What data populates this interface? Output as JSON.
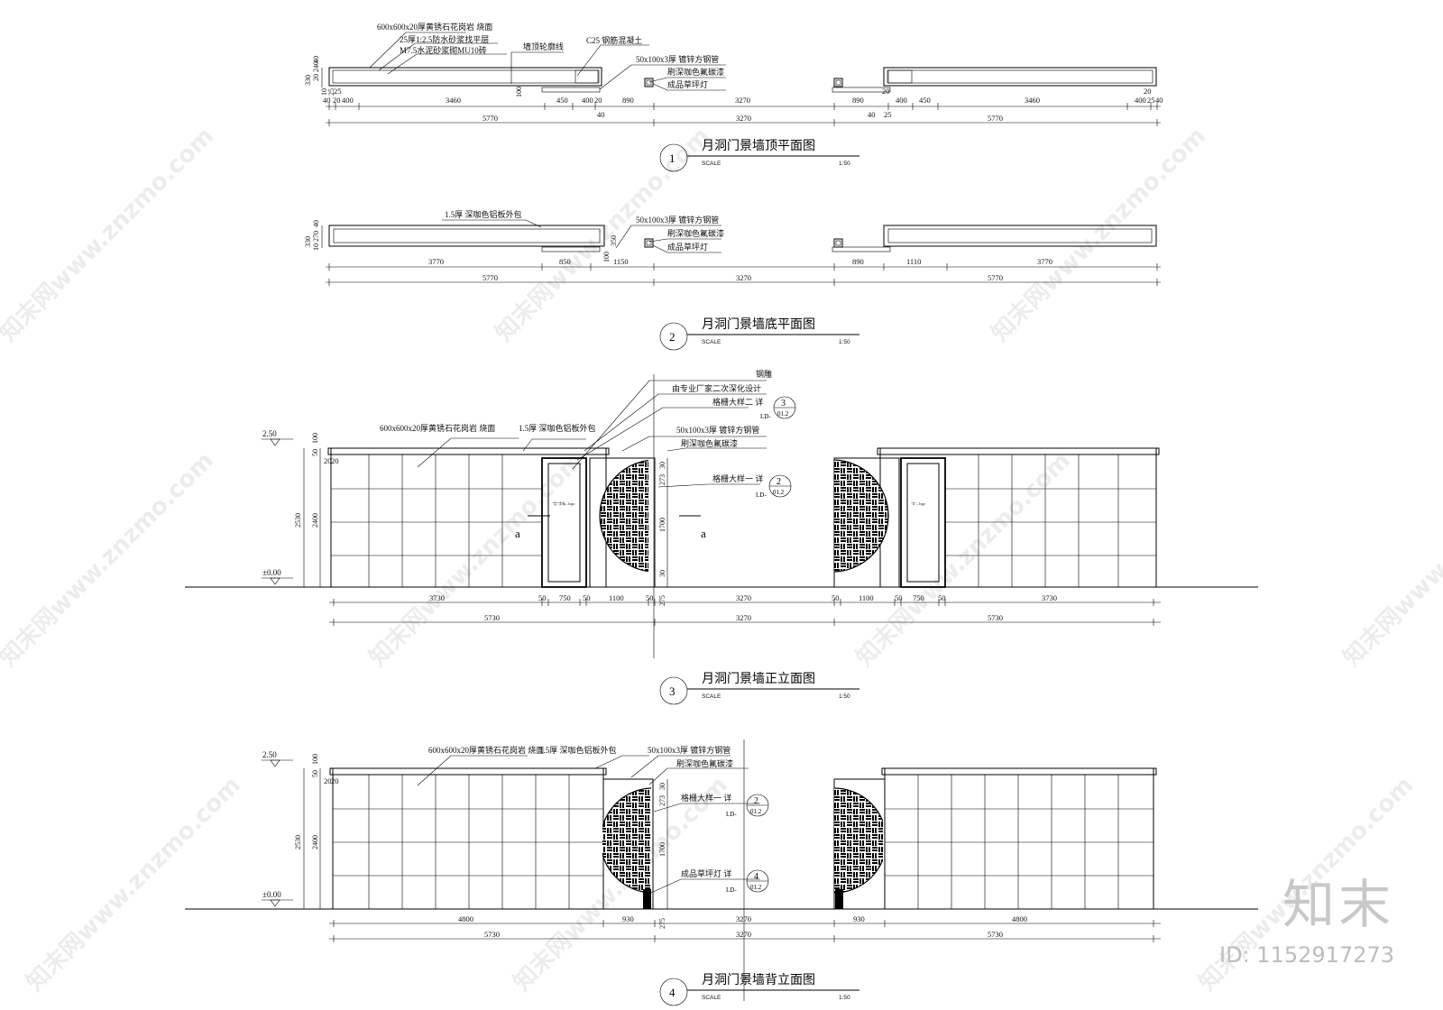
{
  "views": [
    {
      "number": "1",
      "title": "月洞门景墙顶平面图",
      "scale_label": "SCALE",
      "scale": "1:50"
    },
    {
      "number": "2",
      "title": "月洞门景墙底平面图",
      "scale_label": "SCALE",
      "scale": "1:50"
    },
    {
      "number": "3",
      "title": "月洞门景墙正立面图",
      "scale_label": "SCALE",
      "scale": "1:50"
    },
    {
      "number": "4",
      "title": "月洞门景墙背立面图",
      "scale_label": "SCALE",
      "scale": "1:50"
    }
  ],
  "plan_top": {
    "notes": [
      "600x600x20厚黄锈石花岗岩 烧面",
      "25厚1:2.5防水砂浆找平层",
      "M7.5水泥砂浆砌MU10砖",
      "墙顶轮廓线",
      "C25 钢筋混凝土",
      "50x100x3厚 镀锌方钢管",
      "刷深咖色氟碳漆",
      "成品草坪灯"
    ],
    "dims_row1": [
      "40",
      "20",
      "400",
      "3460",
      "450",
      "400",
      "20",
      "890",
      "3270",
      "890",
      "20",
      "400",
      "450",
      "3460",
      "400",
      "25",
      "40",
      "25",
      "20"
    ],
    "dims_row2": [
      "5770",
      "3270",
      "5770"
    ],
    "dims_small": [
      "40",
      "40",
      "25",
      "100"
    ],
    "vert_dims": [
      "330",
      "20",
      "25",
      "240",
      "40",
      "10"
    ]
  },
  "plan_bottom": {
    "notes": [
      "1.5厚 深咖色铝板外包",
      "50x100x3厚 镀锌方钢管",
      "刷深咖色氟碳漆",
      "成品草坪灯"
    ],
    "dims_row1": [
      "3770",
      "850",
      "1150",
      "890",
      "1110",
      "3770"
    ],
    "dims_row2": [
      "5770",
      "3270",
      "5770"
    ],
    "vert_dims": [
      "330",
      "10",
      "270",
      "40",
      "100",
      "350"
    ]
  },
  "elev_front": {
    "notes": [
      "钢雕",
      "由专业厂家二次深化设计",
      "格栅大样二 详",
      "600x600x20厚黄锈石花岗岩 烧面",
      "1.5厚 深咖色铝板外包",
      "50x100x3厚 镀锌方钢管",
      "刷深咖色氟碳漆",
      "格栅大样一 详"
    ],
    "tags": [
      {
        "num": "3",
        "sub": "01.2",
        "prefix": "LD-"
      },
      {
        "num": "2",
        "sub": "01.2",
        "prefix": "LD-"
      }
    ],
    "levels": [
      "2.50",
      "±0.00"
    ],
    "section_mark": "a",
    "plaque_left": "\"月\"字标...logo",
    "plaque_right": "\"X\"...logo",
    "dims_row1": [
      "3730",
      "50",
      "750",
      "50",
      "1100",
      "50",
      "3270",
      "50",
      "1100",
      "50",
      "750",
      "50",
      "3730"
    ],
    "dims_row2": [
      "5730",
      "3270",
      "5730"
    ],
    "vert_dims": [
      "100",
      "50",
      "20",
      "20",
      "2400",
      "2530",
      "30",
      "273",
      "1700",
      "30",
      "275"
    ]
  },
  "elev_back": {
    "notes": [
      "600x600x20厚黄锈石花岗岩 烧面",
      "1.5厚 深咖色铝板外包",
      "50x100x3厚 镀锌方钢管",
      "刷深咖色氟碳漆",
      "格栅大样一 详",
      "成品草坪灯 详"
    ],
    "tags": [
      {
        "num": "2",
        "sub": "01.2",
        "prefix": "LD-"
      },
      {
        "num": "4",
        "sub": "01.2",
        "prefix": "LD-"
      }
    ],
    "levels": [
      "2.50",
      "±0.00"
    ],
    "dims_row1": [
      "4800",
      "930",
      "3270",
      "930",
      "4800"
    ],
    "dims_row2": [
      "5730",
      "3270",
      "5730"
    ],
    "vert_dims": [
      "100",
      "50",
      "20",
      "20",
      "2400",
      "2530",
      "30",
      "273",
      "1700",
      "275"
    ]
  },
  "watermark": "知末网www.znzmo.com",
  "brand": {
    "logo": "知末",
    "id": "ID: 1152917273"
  }
}
